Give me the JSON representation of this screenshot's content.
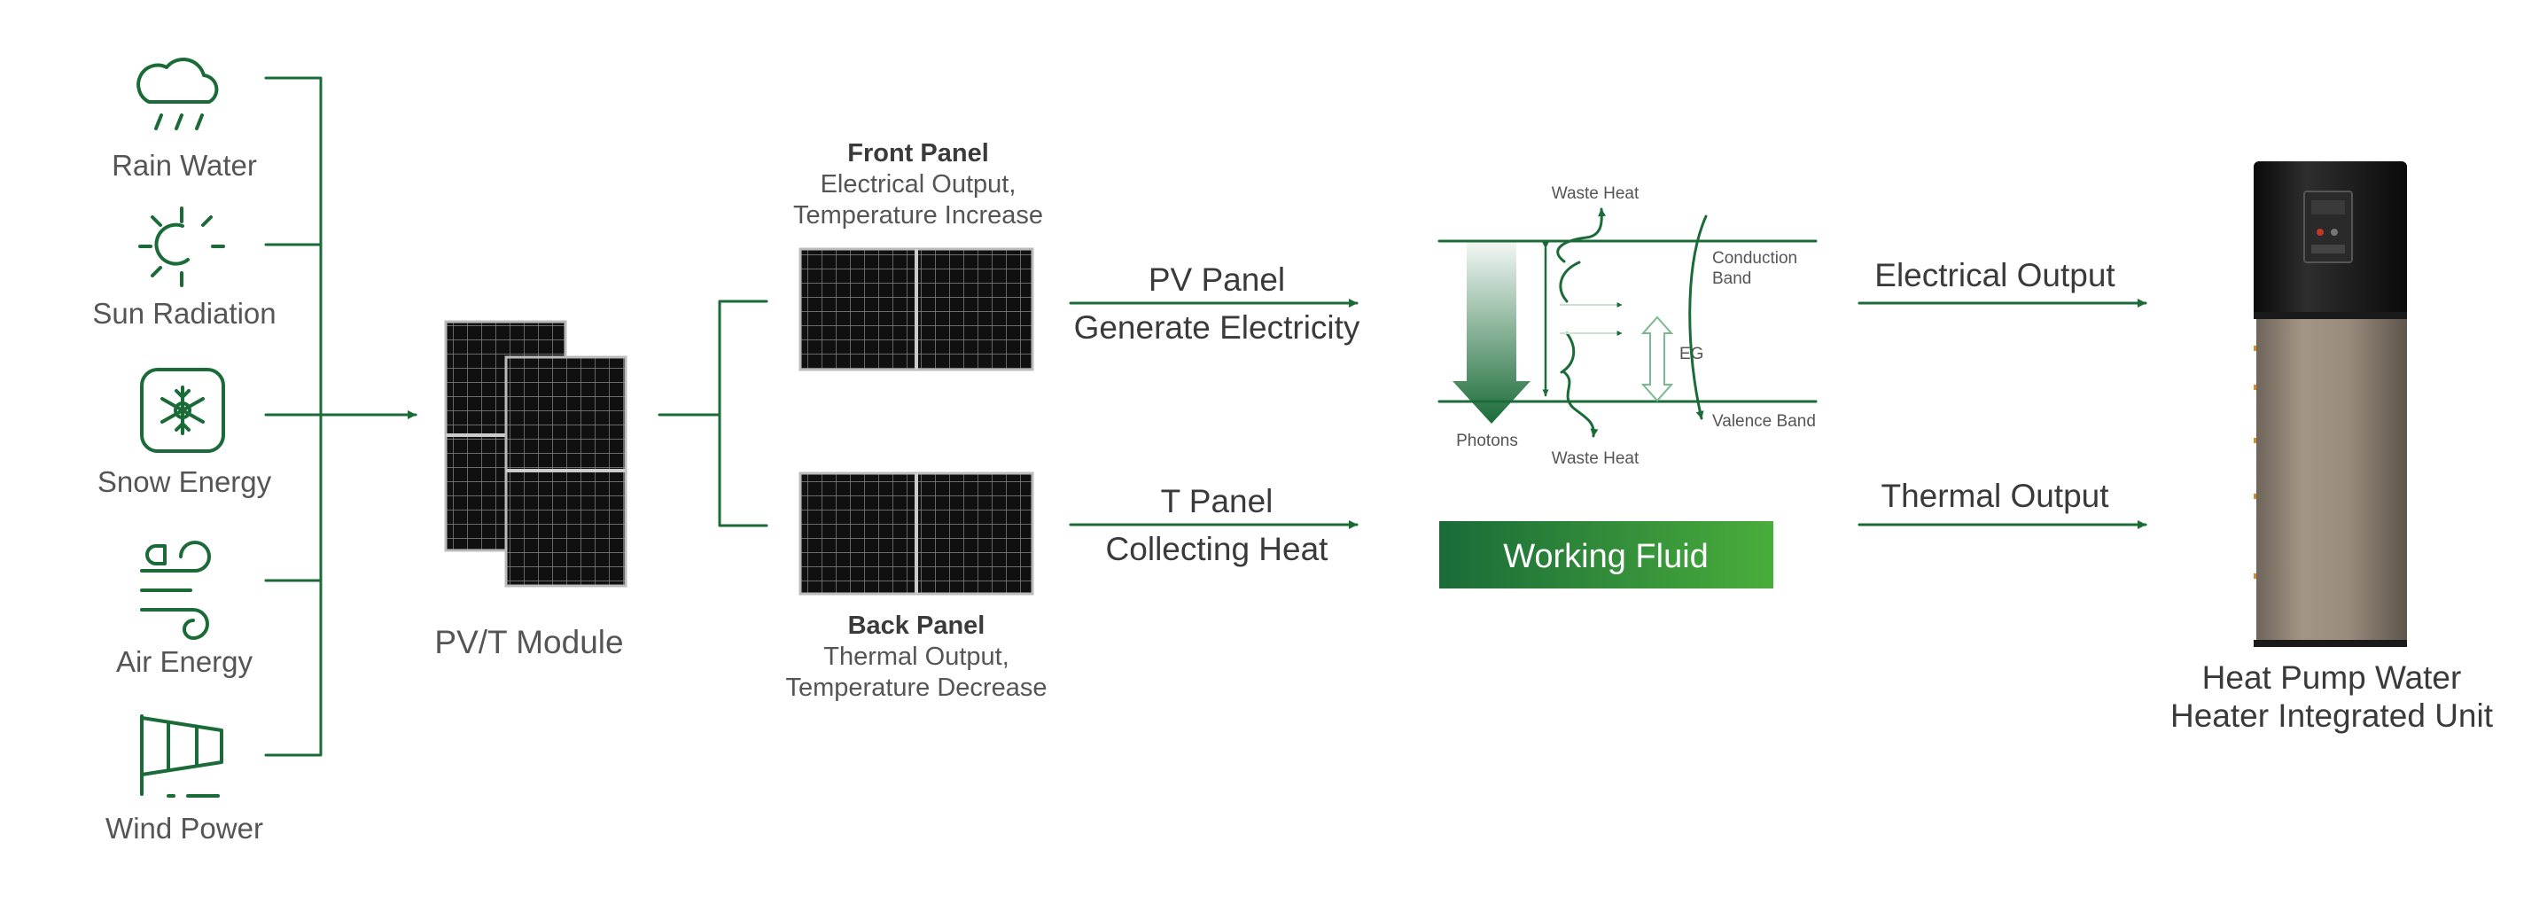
{
  "colors": {
    "primary": "#1a6b38",
    "accent": "#41a83e",
    "text": "#555555",
    "panel": "#111111"
  },
  "sources": [
    {
      "icon": "rain-cloud-icon",
      "label": "Rain Water"
    },
    {
      "icon": "sun-icon",
      "label": "Sun Radiation"
    },
    {
      "icon": "snowflake-icon",
      "label": "Snow Energy"
    },
    {
      "icon": "wind-air-icon",
      "label": "Air Energy"
    },
    {
      "icon": "windsock-icon",
      "label": "Wind Power"
    }
  ],
  "module": {
    "label": "PV/T Module"
  },
  "front_panel": {
    "title": "Front Panel",
    "line1": "Electrical Output,",
    "line2": "Temperature Increase"
  },
  "back_panel": {
    "title": "Back Panel",
    "line1": "Thermal Output,",
    "line2": "Temperature Decrease"
  },
  "pv_arrow": {
    "line1": "PV Panel",
    "line2": "Generate Electricity"
  },
  "t_arrow": {
    "line1": "T Panel",
    "line2": "Collecting Heat"
  },
  "band": {
    "waste_heat_top": "Waste Heat",
    "waste_heat_bottom": "Waste Heat",
    "conduction_line1": "Conduction",
    "conduction_line2": "Band",
    "valence": "Valence Band",
    "eg": "EG",
    "photons": "Photons"
  },
  "working_fluid": "Working Fluid",
  "outputs": {
    "electrical": "Electrical Output",
    "thermal": "Thermal Output"
  },
  "unit": {
    "line1": "Heat Pump Water",
    "line2": "Heater Integrated Unit"
  }
}
